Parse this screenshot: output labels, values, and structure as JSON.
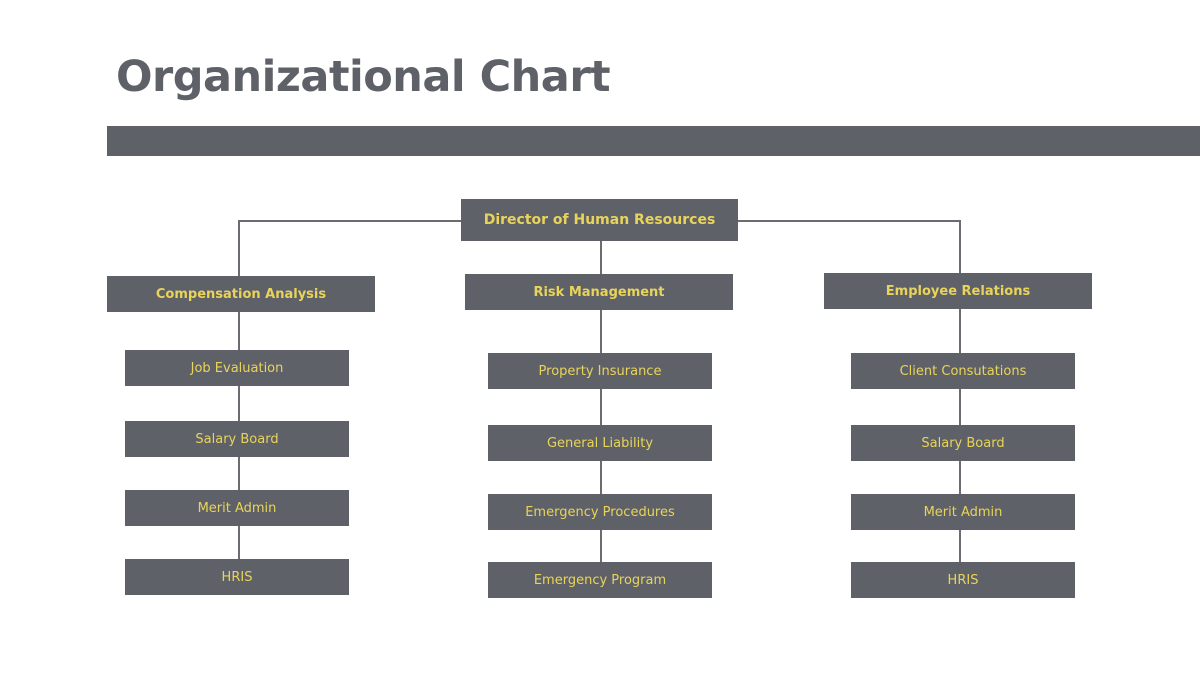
{
  "header": {
    "title": "Organizational Chart"
  },
  "colors": {
    "box_fill": "#5f6168",
    "box_text": "#e8d45a",
    "title_text": "#5f6168",
    "connector": "#6a6c72",
    "background": "#ffffff"
  },
  "org": {
    "root": {
      "label": "Director of Human Resources"
    },
    "departments": [
      {
        "label": "Compensation Analysis",
        "children": [
          {
            "label": "Job Evaluation"
          },
          {
            "label": "Salary Board"
          },
          {
            "label": "Merit Admin"
          },
          {
            "label": "HRIS"
          }
        ]
      },
      {
        "label": "Risk Management",
        "children": [
          {
            "label": "Property Insurance"
          },
          {
            "label": "General Liability"
          },
          {
            "label": "Emergency Procedures"
          },
          {
            "label": "Emergency Program"
          }
        ]
      },
      {
        "label": "Employee Relations",
        "children": [
          {
            "label": "Client Consutations"
          },
          {
            "label": "Salary Board"
          },
          {
            "label": "Merit Admin"
          },
          {
            "label": "HRIS"
          }
        ]
      }
    ]
  }
}
